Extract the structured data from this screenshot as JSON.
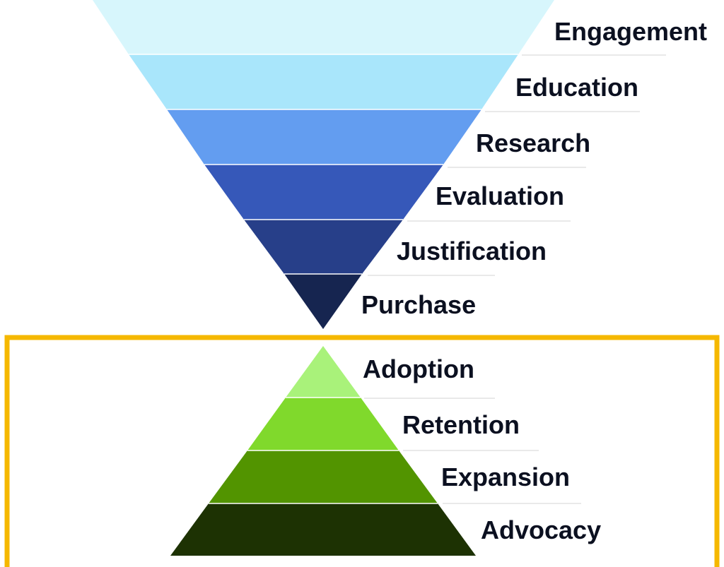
{
  "funnel": {
    "stages": [
      {
        "label": "Engagement",
        "color": "#d7f6fc"
      },
      {
        "label": "Education",
        "color": "#a9e6fb"
      },
      {
        "label": "Research",
        "color": "#639df0"
      },
      {
        "label": "Evaluation",
        "color": "#3658b9"
      },
      {
        "label": "Justification",
        "color": "#273f89"
      },
      {
        "label": "Purchase",
        "color": "#162550"
      }
    ]
  },
  "pyramid": {
    "frame_color": "#f5b800",
    "stages": [
      {
        "label": "Adoption",
        "color": "#a9f27a"
      },
      {
        "label": "Retention",
        "color": "#80d92c"
      },
      {
        "label": "Expansion",
        "color": "#529400"
      },
      {
        "label": "Advocacy",
        "color": "#1d3203"
      }
    ]
  }
}
